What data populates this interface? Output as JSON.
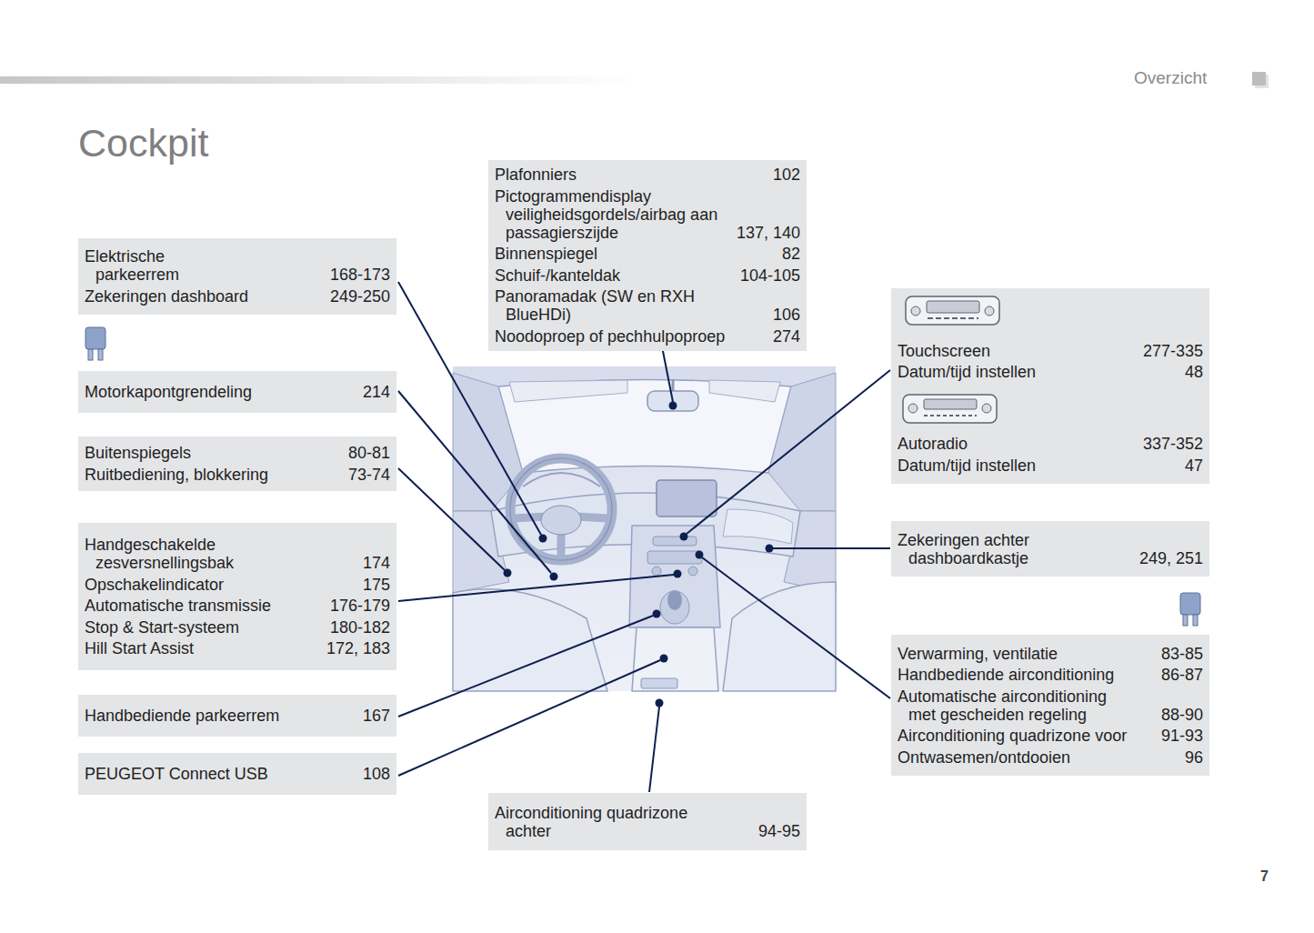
{
  "diagram": {
    "title": "Cockpit",
    "nodes": [
      {
        "text": [
          "Plafonniers",
          "102",
          "Pictogrammendisplay veiligheidsgordels/airbag aan passagierszijde",
          "137, 140",
          "Binnenspiegel",
          "82",
          "Schuif-/kanteldak",
          "104-105",
          "Panoramadak (SW en RXH BlueHDi)",
          "106",
          "Noodoproep of pechhulpoproep",
          "274"
        ]
      },
      {
        "text": [
          "Elektrische parkeerrem",
          "168-173",
          "Zekeringen dashboard",
          "249-250"
        ]
      },
      {
        "text": [
          "Motorkapontgrendeling",
          "214"
        ]
      },
      {
        "text": [
          "Buitenspiegels",
          "80-81",
          "Ruitbediening, blokkering",
          "73-74"
        ]
      },
      {
        "text": [
          "Handgeschakelde zesversnellingsbak",
          "174",
          "Opschakelindicator",
          "175",
          "Automatische transmissie",
          "176-179",
          "Stop & Start-systeem",
          "180-182",
          "Hill Start Assist",
          "172, 183"
        ]
      },
      {
        "text": [
          "Handbediende parkeerrem",
          "167"
        ]
      },
      {
        "text": [
          "PEUGEOT Connect USB",
          "108"
        ]
      },
      {
        "text": [
          "Touchscreen",
          "277-335",
          "Datum/tijd instellen",
          "48",
          "Autoradio",
          "337-352",
          "Datum/tijd instellen",
          "47"
        ]
      },
      {
        "text": [
          "Zekeringen achter dashboardkastje",
          "249, 251"
        ]
      },
      {
        "text": [
          "Verwarming, ventilatie",
          "83-85",
          "Handbediende airconditioning",
          "86-87",
          "Automatische airconditioning met gescheiden regeling",
          "88-90",
          "Airconditioning quadrizone voor",
          "91-93",
          "Ontwasemen/ontdooien",
          "96"
        ]
      },
      {
        "text": [
          "Airconditioning quadrizone achter",
          "94-95"
        ]
      }
    ],
    "labels": [
      "Overzicht",
      "7"
    ]
  }
}
